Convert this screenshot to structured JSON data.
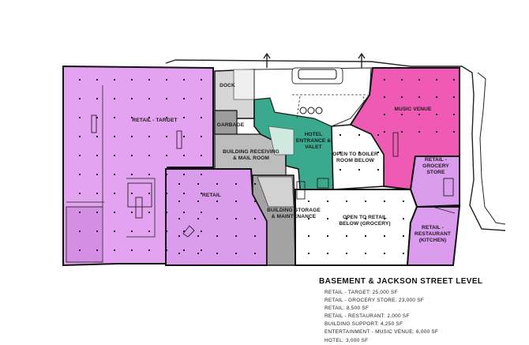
{
  "colors": {
    "target": "#e3a3f0",
    "retail": "#dc9ced",
    "music": "#ef5ab4",
    "hotel": "#3aa98d",
    "support": "#9c9c9c",
    "support_light": "#cfcfcf",
    "outline": "#111111"
  },
  "rooms": {
    "retail_target": [
      "RETAIL - TARGET"
    ],
    "dock": [
      "DOCK"
    ],
    "garbage": [
      "GARBAGE"
    ],
    "building_receiving": [
      "BUILDING RECEIVING",
      "& MAIL ROOM"
    ],
    "retail_center": [
      "RETAIL"
    ],
    "hotel": [
      "HOTEL",
      "ENTRANCE &",
      "VALET"
    ],
    "boiler": [
      "OPEN TO BOILER",
      "ROOM BELOW"
    ],
    "music_venue": [
      "MUSIC VENUE"
    ],
    "grocery_store": [
      "RETAIL -",
      "GROCERY",
      "STORE"
    ],
    "building_storage": [
      "BUILDING STORAGE",
      "& MAINTENANCE"
    ],
    "open_retail": [
      "OPEN TO RETAIL",
      "BELOW (GROCERY)"
    ],
    "restaurant": [
      "RETAIL -",
      "RESTAURANT",
      "(KITCHEN)"
    ]
  },
  "legend": {
    "title": "BASEMENT & JACKSON STREET LEVEL",
    "items": [
      "RETAIL - TARGET: 25,000 SF",
      "RETAIL - GROCERY STORE: 23,000 SF",
      "RETAIL: 8,500 SF",
      "RETAIL - RESTAURANT: 2,000 SF",
      "BUILDING SUPPORT: 4,250 SF",
      "ENTERTAINMENT - MUSIC VENUE: 6,000 SF",
      "HOTEL: 3,000 SF"
    ]
  }
}
